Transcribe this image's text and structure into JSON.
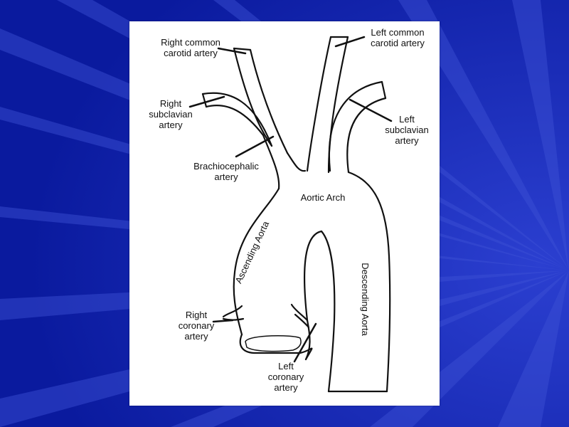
{
  "colors": {
    "background": "#0a1a9e",
    "ray_light": "#3e52d6",
    "card": "#ffffff",
    "ink": "#111111"
  },
  "diagram": {
    "labels": {
      "right_common_carotid": "Right common\ncarotid artery",
      "left_common_carotid": "Left common\ncarotid artery",
      "right_subclavian": "Right\nsubclavian\nartery",
      "left_subclavian": "Left\nsubclavian\nartery",
      "brachiocephalic": "Brachiocephalic\nartery",
      "aortic_arch": "Aortic Arch",
      "ascending_aorta": "Ascending Aorta",
      "descending_aorta": "Descending Aorta",
      "right_coronary": "Right\ncoronary\nartery",
      "left_coronary": "Left\ncoronary\nartery"
    }
  }
}
